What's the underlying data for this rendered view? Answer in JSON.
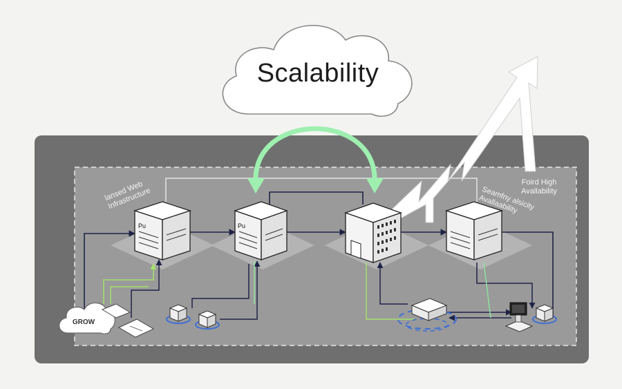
{
  "diagram": {
    "cloud_title": "Scalability",
    "label_infrastructure": "lansed Web Infrastructure",
    "label_seamless": "Seamfny alsicity Avallaability",
    "label_high_availability": "Foird High Avallability",
    "label_grow": "GROW",
    "server_badges": [
      "Pu",
      "Pu",
      "",
      ""
    ],
    "colors": {
      "background": "#f3f3f1",
      "panel": "#6f6f6f",
      "inner_panel": "#9a9a9a",
      "scale_arrow": "#9eefb0",
      "connector": "#1f2346",
      "lime_connector": "#a6e06d",
      "device_ring": "#3f6fd6",
      "growth_arrow": "#ffffff"
    }
  }
}
